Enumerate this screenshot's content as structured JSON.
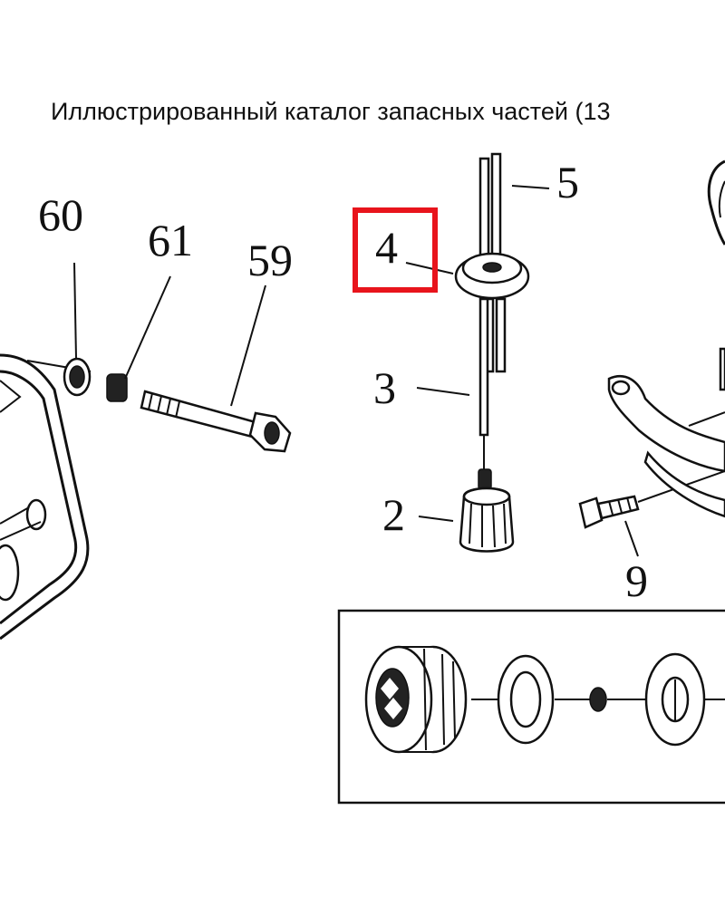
{
  "title": "Иллюстрированный каталог запасных частей (13",
  "callouts": {
    "c60": "60",
    "c61": "61",
    "c59": "59",
    "c4": "4",
    "c5": "5",
    "c3": "3",
    "c2": "2",
    "c9": "9"
  },
  "highlight_color": "#e8141c",
  "highlighted_callout": "4"
}
